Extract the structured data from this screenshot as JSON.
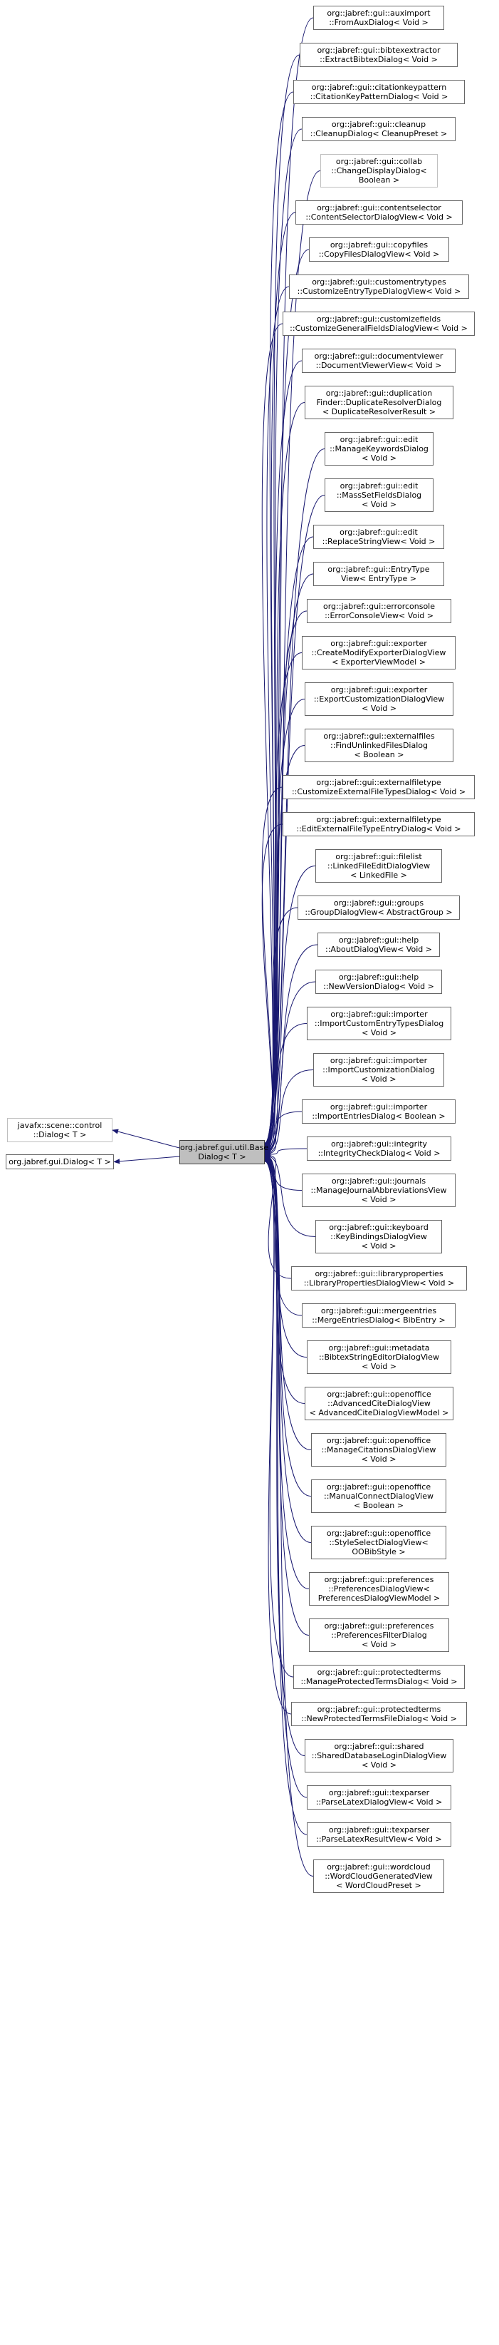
{
  "center": {
    "lines": [
      "org.jabref.gui.util.Base",
      "Dialog< T >"
    ]
  },
  "parents": [
    {
      "id": "javafx-dialog",
      "lines": [
        "javafx::scene::control",
        "::Dialog< T >"
      ],
      "grey": true
    },
    {
      "id": "jabref-gui-dialog",
      "lines": [
        "org.jabref.gui.Dialog< T >"
      ],
      "grey": false
    }
  ],
  "children": [
    {
      "lines": [
        "org::jabref::gui::auximport",
        "::FromAuxDialog< Void >"
      ]
    },
    {
      "lines": [
        "org::jabref::gui::bibtexextractor",
        "::ExtractBibtexDialog< Void >"
      ]
    },
    {
      "lines": [
        "org::jabref::gui::citationkeypattern",
        "::CitationKeyPatternDialog< Void >"
      ]
    },
    {
      "lines": [
        "org::jabref::gui::cleanup",
        "::CleanupDialog< CleanupPreset >"
      ]
    },
    {
      "lines": [
        "org::jabref::gui::collab",
        "::ChangeDisplayDialog<",
        "Boolean >"
      ],
      "grey": true
    },
    {
      "lines": [
        "org::jabref::gui::contentselector",
        "::ContentSelectorDialogView< Void >"
      ]
    },
    {
      "lines": [
        "org::jabref::gui::copyfiles",
        "::CopyFilesDialogView< Void >"
      ]
    },
    {
      "lines": [
        "org::jabref::gui::customentrytypes",
        "::CustomizeEntryTypeDialogView< Void >"
      ]
    },
    {
      "lines": [
        "org::jabref::gui::customizefields",
        "::CustomizeGeneralFieldsDialogView< Void >"
      ]
    },
    {
      "lines": [
        "org::jabref::gui::documentviewer",
        "::DocumentViewerView< Void >"
      ]
    },
    {
      "lines": [
        "org::jabref::gui::duplication",
        "Finder::DuplicateResolverDialog",
        "< DuplicateResolverResult >"
      ]
    },
    {
      "lines": [
        "org::jabref::gui::edit",
        "::ManageKeywordsDialog",
        "< Void >"
      ]
    },
    {
      "lines": [
        "org::jabref::gui::edit",
        "::MassSetFieldsDialog",
        "< Void >"
      ]
    },
    {
      "lines": [
        "org::jabref::gui::edit",
        "::ReplaceStringView< Void >"
      ]
    },
    {
      "lines": [
        "org::jabref::gui::EntryType",
        "View< EntryType >"
      ]
    },
    {
      "lines": [
        "org::jabref::gui::errorconsole",
        "::ErrorConsoleView< Void >"
      ]
    },
    {
      "lines": [
        "org::jabref::gui::exporter",
        "::CreateModifyExporterDialogView",
        "< ExporterViewModel >"
      ]
    },
    {
      "lines": [
        "org::jabref::gui::exporter",
        "::ExportCustomizationDialogView",
        "< Void >"
      ]
    },
    {
      "lines": [
        "org::jabref::gui::externalfiles",
        "::FindUnlinkedFilesDialog",
        "< Boolean >"
      ]
    },
    {
      "lines": [
        "org::jabref::gui::externalfiletype",
        "::CustomizeExternalFileTypesDialog< Void >"
      ]
    },
    {
      "lines": [
        "org::jabref::gui::externalfiletype",
        "::EditExternalFileTypeEntryDialog< Void >"
      ]
    },
    {
      "lines": [
        "org::jabref::gui::filelist",
        "::LinkedFileEditDialogView",
        "< LinkedFile >"
      ]
    },
    {
      "lines": [
        "org::jabref::gui::groups",
        "::GroupDialogView< AbstractGroup >"
      ]
    },
    {
      "lines": [
        "org::jabref::gui::help",
        "::AboutDialogView< Void >"
      ]
    },
    {
      "lines": [
        "org::jabref::gui::help",
        "::NewVersionDialog< Void >"
      ]
    },
    {
      "lines": [
        "org::jabref::gui::importer",
        "::ImportCustomEntryTypesDialog",
        "< Void >"
      ]
    },
    {
      "lines": [
        "org::jabref::gui::importer",
        "::ImportCustomizationDialog",
        "< Void >"
      ]
    },
    {
      "lines": [
        "org::jabref::gui::importer",
        "::ImportEntriesDialog< Boolean >"
      ]
    },
    {
      "lines": [
        "org::jabref::gui::integrity",
        "::IntegrityCheckDialog< Void >"
      ]
    },
    {
      "lines": [
        "org::jabref::gui::journals",
        "::ManageJournalAbbreviationsView",
        "< Void >"
      ]
    },
    {
      "lines": [
        "org::jabref::gui::keyboard",
        "::KeyBindingsDialogView",
        "< Void >"
      ]
    },
    {
      "lines": [
        "org::jabref::gui::libraryproperties",
        "::LibraryPropertiesDialogView< Void >"
      ]
    },
    {
      "lines": [
        "org::jabref::gui::mergeentries",
        "::MergeEntriesDialog< BibEntry >"
      ]
    },
    {
      "lines": [
        "org::jabref::gui::metadata",
        "::BibtexStringEditorDialogView",
        "< Void >"
      ]
    },
    {
      "lines": [
        "org::jabref::gui::openoffice",
        "::AdvancedCiteDialogView",
        "< AdvancedCiteDialogViewModel >"
      ]
    },
    {
      "lines": [
        "org::jabref::gui::openoffice",
        "::ManageCitationsDialogView",
        "< Void >"
      ]
    },
    {
      "lines": [
        "org::jabref::gui::openoffice",
        "::ManualConnectDialogView",
        "< Boolean >"
      ]
    },
    {
      "lines": [
        "org::jabref::gui::openoffice",
        "::StyleSelectDialogView<",
        "OOBibStyle >"
      ]
    },
    {
      "lines": [
        "org::jabref::gui::preferences",
        "::PreferencesDialogView<",
        "PreferencesDialogViewModel >"
      ]
    },
    {
      "lines": [
        "org::jabref::gui::preferences",
        "::PreferencesFilterDialog",
        "< Void >"
      ]
    },
    {
      "lines": [
        "org::jabref::gui::protectedterms",
        "::ManageProtectedTermsDialog< Void >"
      ]
    },
    {
      "lines": [
        "org::jabref::gui::protectedterms",
        "::NewProtectedTermsFileDialog< Void >"
      ]
    },
    {
      "lines": [
        "org::jabref::gui::shared",
        "::SharedDatabaseLoginDialogView",
        "< Void >"
      ]
    },
    {
      "lines": [
        "org::jabref::gui::texparser",
        "::ParseLatexDialogView< Void >"
      ]
    },
    {
      "lines": [
        "org::jabref::gui::texparser",
        "::ParseLatexResultView< Void >"
      ]
    },
    {
      "lines": [
        "org::jabref::gui::wordcloud",
        "::WordCloudGeneratedView",
        "< WordCloudPreset >"
      ]
    }
  ],
  "colors": {
    "edge": "#191970",
    "node_border": "#666666",
    "grey_border": "#bfbfbf",
    "center_fill": "#bfbfbf"
  }
}
